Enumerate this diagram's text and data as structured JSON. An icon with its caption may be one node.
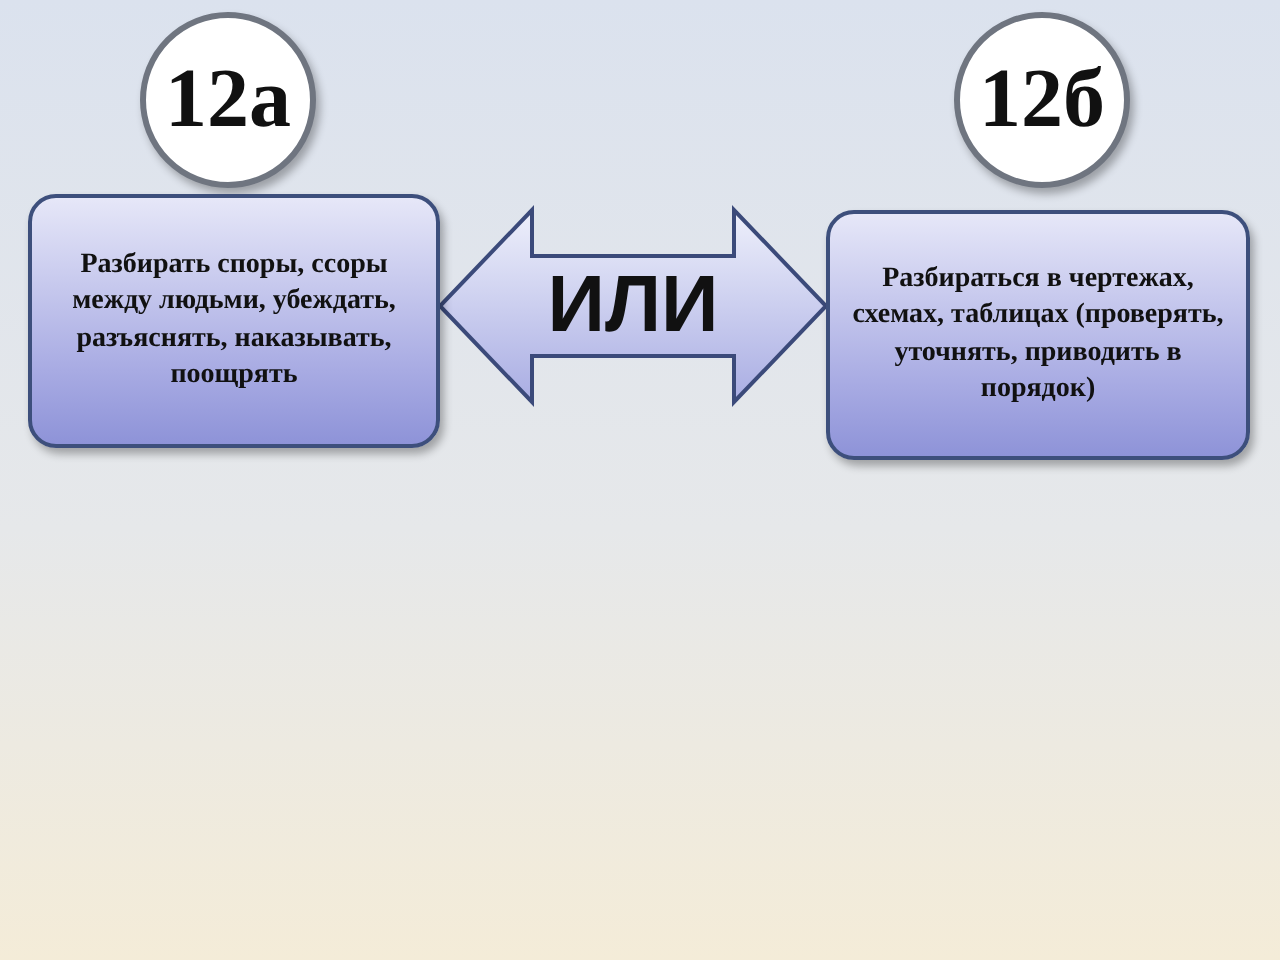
{
  "diagram": {
    "nodes": [
      {
        "text": [
          "12а"
        ]
      },
      {
        "text": [
          "12б"
        ]
      },
      {
        "text": [
          "Разбирать споры, ссоры между людьми, убеждать, разъяснять, наказывать, поощрять"
        ]
      },
      {
        "text": [
          "Разбираться в чертежах, схемах, таблицах (проверять, уточнять, приводить в порядок)"
        ]
      }
    ],
    "edges": [
      {
        "from": 2,
        "to": 3,
        "arrow": "both",
        "label": "ИЛИ"
      }
    ]
  }
}
